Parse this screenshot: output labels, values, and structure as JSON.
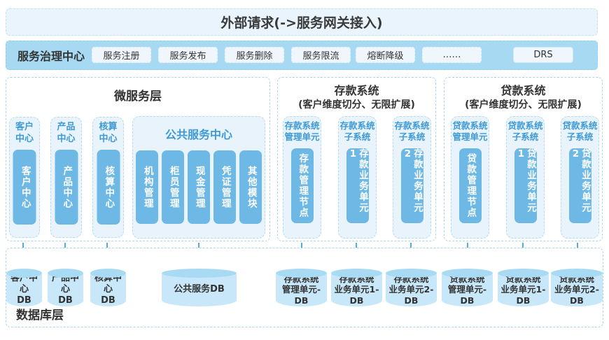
{
  "top_bar": {
    "title": "外部请求(->服务网关接入)"
  },
  "governance": {
    "label": "服务治理中心",
    "buttons": [
      "服务注册",
      "服务发布",
      "服务删除",
      "服务限流",
      "熔断降级",
      "……"
    ],
    "drs": "DRS"
  },
  "micro": {
    "title": "微服务层",
    "centers": [
      {
        "header": "客户\n中心",
        "unit": "客户中心"
      },
      {
        "header": "产品\n中心",
        "unit": "产品中心"
      },
      {
        "header": "核算\n中心",
        "unit": "核算中心"
      }
    ],
    "common": {
      "title": "公共服务中心",
      "modules": [
        "机构管理",
        "柜员管理",
        "现金管理",
        "凭证管理",
        "其他模块"
      ]
    }
  },
  "deposit": {
    "title": "存款系统",
    "subtitle": "(客户维度切分、无限扩展)",
    "units": [
      {
        "header": "存款系统\n管理单元",
        "unit": "存款管理节点"
      },
      {
        "header": "存款系统\n子系统",
        "unit": "存款业务单元1"
      },
      {
        "header": "存款系统\n子系统",
        "unit": "存款业务单元2"
      }
    ]
  },
  "loan": {
    "title": "贷款系统",
    "subtitle": "(客户维度切分、无限扩展)",
    "units": [
      {
        "header": "贷款系统\n管理单元",
        "unit": "贷款管理节点"
      },
      {
        "header": "贷款系统\n子系统",
        "unit": "贷款业务单元1"
      },
      {
        "header": "贷款系统\n子系统",
        "unit": "贷款业务单元2"
      }
    ]
  },
  "db": {
    "label": "数据库层",
    "items": [
      "客户中心\nDB",
      "产品中心\nDB",
      "核算中心\nDB",
      "公共服务DB",
      "存款系统\n管理单元-DB",
      "存款系统\n业务单元1-DB",
      "存款系统\n业务单元2-DB",
      "贷款系统\n管理单元-DB",
      "贷款系统\n业务单元1-DB",
      "贷款系统\n业务单元2-DB"
    ]
  },
  "colors": {
    "accent_blue_text": "#3e9ad5",
    "governance_bar": "#a7daf2",
    "solid_unit_box": "#6db8e5",
    "light_box": "#e8f3fb",
    "cylinder_body": "#c8e7f9",
    "cylinder_top": "#a9daf3",
    "arrow": "#57aadc"
  }
}
